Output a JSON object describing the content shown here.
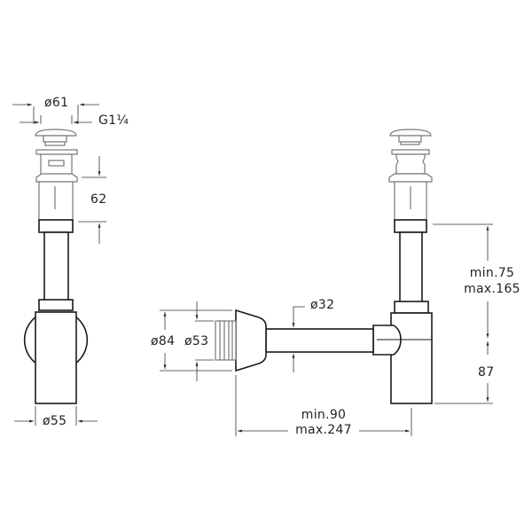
{
  "diagram": {
    "subject": "Bottle trap with pop-up waste valve - technical drawing",
    "views": [
      "side-view",
      "front-view"
    ],
    "colors": {
      "line": "#1a1a1a",
      "dimension": "#333333",
      "background": "#ffffff"
    }
  },
  "dimensions": {
    "cap_diameter": "ø61",
    "thread": "G1¼",
    "valve_height": "62",
    "trap_diameter": "ø55",
    "wall_flange_diameter": "ø84",
    "wall_inlet_diameter": "ø53",
    "pipe_diameter": "ø32",
    "height_min": "min.75",
    "height_max": "max.165",
    "outlet_height": "87",
    "length_min": "min.90",
    "length_max": "max.247"
  }
}
